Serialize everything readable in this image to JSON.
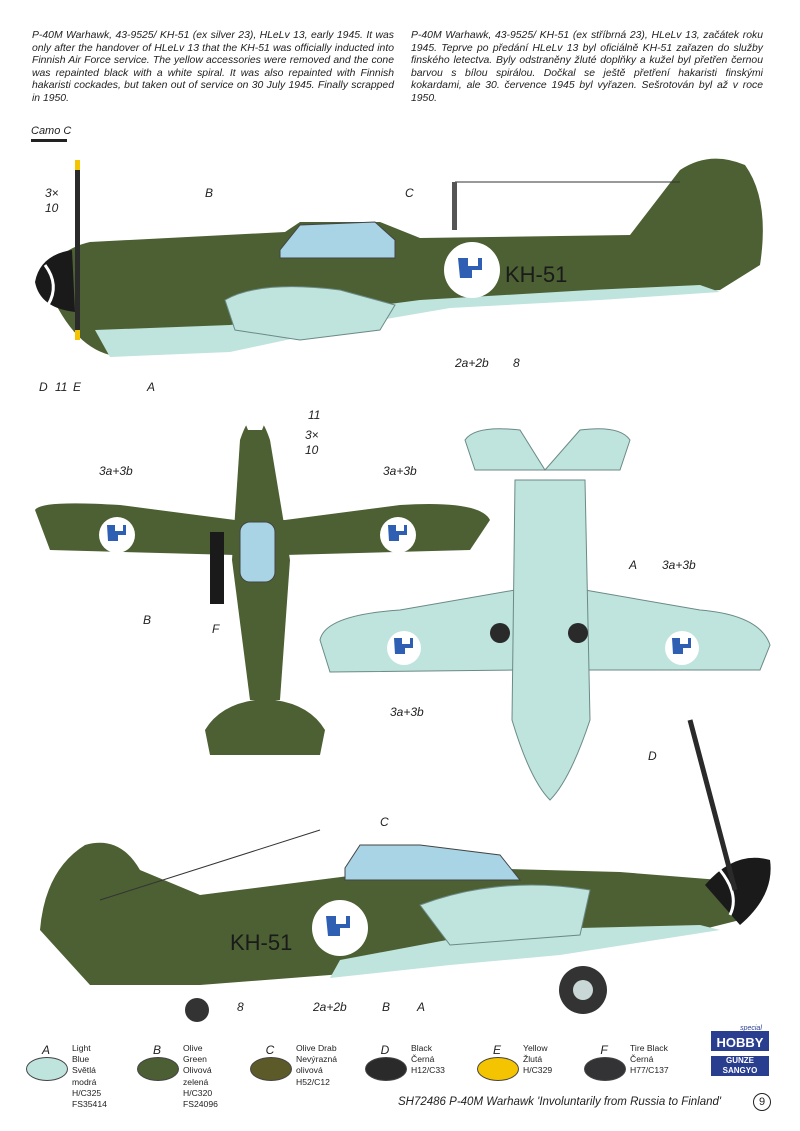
{
  "description_en": "P-40M Warhawk, 43-9525/ KH-51 (ex silver 23), HLeLv 13, early 1945. It was only after the handover of HLeLv 13 that the KH-51 was officially inducted into Finnish Air Force service. The yellow accessories were removed and the cone was repainted black with a white spiral. It was also repainted with Finnish hakaristi cockades, but taken out of service on 30 July 1945. Finally scrapped in 1950.",
  "description_cz": "P-40M Warhawk, 43-9525/ KH-51 (ex stříbrná 23), HLeLv 13, začátek roku 1945. Teprve po předání HLeLv 13 byl oficiálně KH-51 zařazen do služby finského letectva. Byly odstraněny žluté doplňky a kužel byl přetřen černou barvou s bílou spirálou. Dočkal se ještě přetření hakaristi finskými kokardami, ale 30. července 1945 byl vyřazen. Sešrotován byl až v roce 1950.",
  "camo_label": "Camo C",
  "aircraft_code": "KH-51",
  "callouts": {
    "top_left_3x": "3×",
    "top_left_10": "10",
    "top_B": "B",
    "top_C": "C",
    "top_D": "D",
    "top_11": "11",
    "top_E": "E",
    "top_A": "A",
    "top_2a2b": "2a+2b",
    "top_8": "8",
    "plan_11": "11",
    "plan_3x": "3×",
    "plan_10": "10",
    "plan_3a3b_left": "3a+3b",
    "plan_3a3b_right": "3a+3b",
    "plan_B": "B",
    "plan_F": "F",
    "under_A": "A",
    "under_3a3b_right": "3a+3b",
    "under_3a3b_bottom": "3a+3b",
    "bottom_D": "D",
    "bottom_C": "C",
    "bottom_8": "8",
    "bottom_2a2b": "2a+2b",
    "bottom_B": "B",
    "bottom_A": "A"
  },
  "legend": [
    {
      "letter": "A",
      "color": "#bfe3dd",
      "lines": [
        "Light Blue",
        "Světlá modrá",
        "H/C325",
        "FS35414"
      ]
    },
    {
      "letter": "B",
      "color": "#4b5e34",
      "lines": [
        "Olive Green",
        "Olivová zelená",
        "H/C320",
        "FS24096"
      ]
    },
    {
      "letter": "C",
      "color": "#5c5a28",
      "lines": [
        "Olive Drab",
        "Nevýrazná olivová",
        "H52/C12"
      ]
    },
    {
      "letter": "D",
      "color": "#2a2a2a",
      "lines": [
        "Black",
        "Černá",
        "H12/C33"
      ]
    },
    {
      "letter": "E",
      "color": "#f5c400",
      "lines": [
        "Yellow",
        "Žlutá",
        "H/C329"
      ]
    },
    {
      "letter": "F",
      "color": "#333335",
      "lines": [
        "Tire Black",
        "Černá",
        "H77/C137"
      ]
    }
  ],
  "footer": "SH72486  P-40M Warhawk  'Involuntarily from Russia to Finland'",
  "page_number": "9",
  "logos": {
    "special_hobby": "special HOBBY",
    "gunze": "GUNZE SANGYO"
  }
}
